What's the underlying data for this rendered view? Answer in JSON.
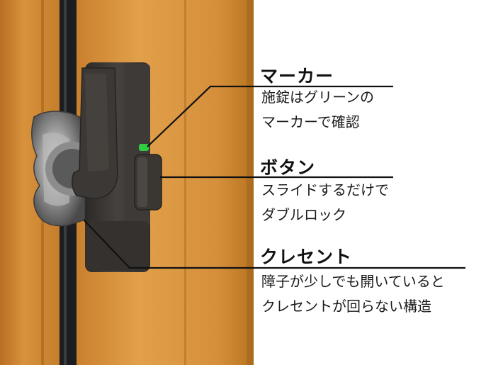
{
  "callouts": [
    {
      "title": "マーカー",
      "lines": [
        "施錠はグリーンの",
        "マーカーで確認"
      ],
      "indicator_color": "#2ecc40"
    },
    {
      "title": "ボタン",
      "lines": [
        "スライドするだけで",
        "ダブルロック"
      ]
    },
    {
      "title": "クレセント",
      "lines": [
        "障子が少しでも開いていると",
        "クレセントが回らない構造"
      ]
    }
  ],
  "colors": {
    "frame_wood": "#d18a38",
    "sash_black": "#1d1f21",
    "lock_body": "#3a3734",
    "marker_green": "#2ecc40",
    "line": "#111111"
  }
}
